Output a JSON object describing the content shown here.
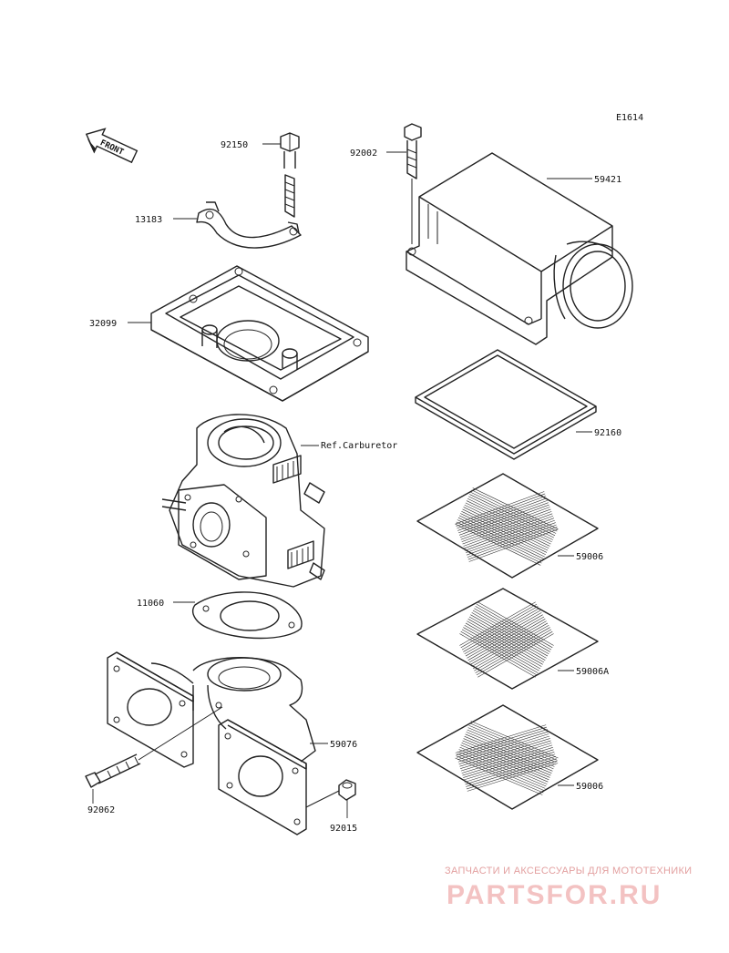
{
  "diagram": {
    "code": "E1614",
    "direction_label": "FRONT",
    "parts": {
      "bolt_top_left": "92150",
      "stay": "13183",
      "bolt_top_right": "92002",
      "case_cover": "59421",
      "holder": "32099",
      "carburetor_ref": "Ref.Carburetor",
      "gasket_frame": "92160",
      "screen_1": "59006",
      "gasket_flange": "11060",
      "screen_2": "59006A",
      "manifold": "59076",
      "screen_3": "59006",
      "stud": "92062",
      "nut": "92015"
    }
  },
  "watermark": {
    "tagline": "ЗАПЧАСТИ И АКСЕССУАРЫ ДЛЯ МОТОТЕХНИКИ",
    "logo": "PARTSFOR.RU"
  }
}
